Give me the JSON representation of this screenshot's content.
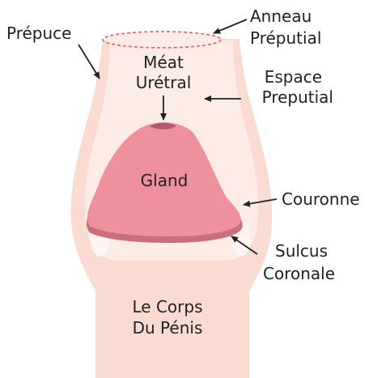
{
  "labels": {
    "prepuce": "Prépuce",
    "anneau_line1": "Anneau",
    "anneau_line2": "Préputial",
    "meat_line1": "Méat",
    "meat_line2": "Urétral",
    "espace_line1": "Espace",
    "espace_line2": "Preputial",
    "gland": "Gland",
    "couronne": "Couronne",
    "sulcus_line1": "Sulcus",
    "sulcus_line2": "Coronale",
    "corps_line1": "Le Corps",
    "corps_line2": "Du Pénis"
  },
  "colors": {
    "skin": "#fadbd2",
    "skin_inner": "#fdebe5",
    "space_highlight": "#fff6f3",
    "gland": "#ef919d",
    "gland_rim": "#c86f7b",
    "meat": "#b45a6a",
    "ring_dash": "#e05a73",
    "label_text": "#222222",
    "arrow": "#222222"
  }
}
